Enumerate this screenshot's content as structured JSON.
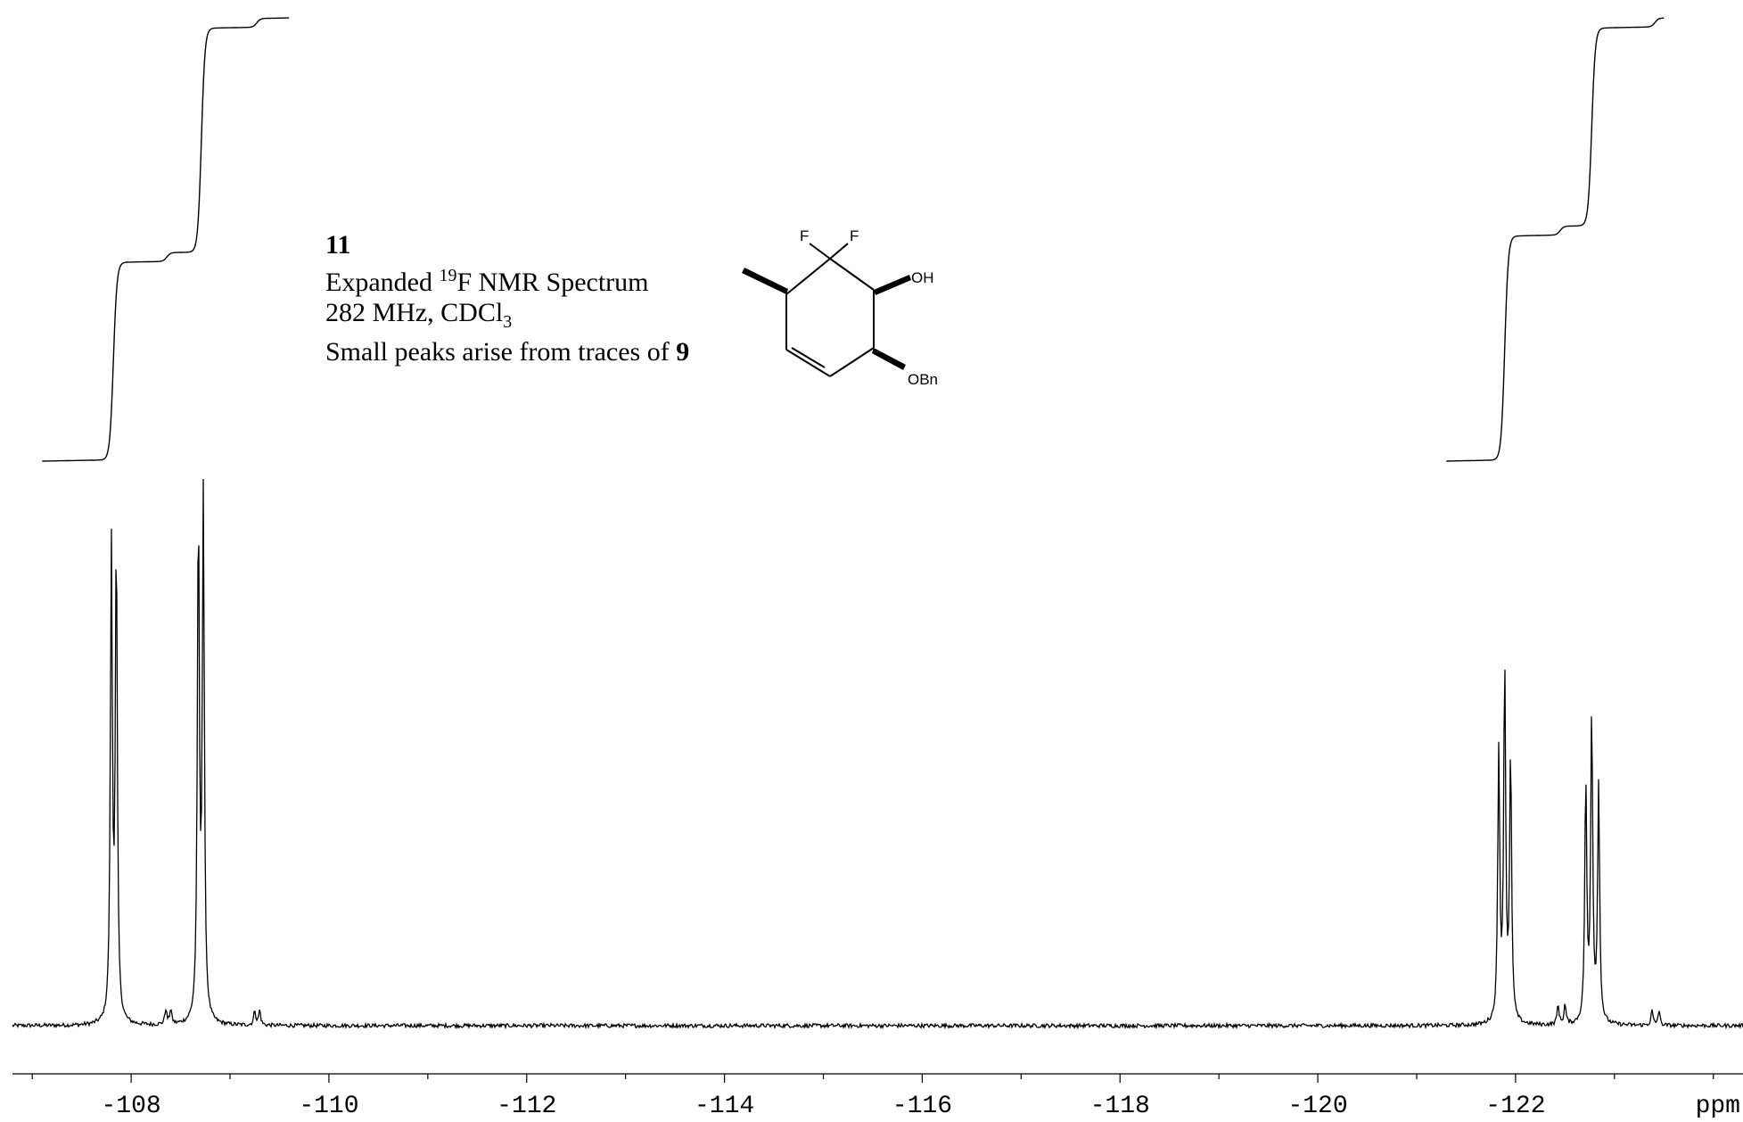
{
  "chart_data": {
    "type": "line",
    "title": "",
    "xlabel": "ppm",
    "ylabel": "",
    "xlim": [
      -106.8,
      -124.3
    ],
    "x_reversed": true,
    "xticks": [
      -108,
      -110,
      -112,
      -114,
      -116,
      -118,
      -120,
      -122
    ],
    "xtick_labels": [
      "-108",
      "-110",
      "-112",
      "-114",
      "-116",
      "-118",
      "-120",
      "-122"
    ],
    "minor_tick_step": 1,
    "grid": false,
    "legend": "none",
    "series": [
      {
        "kind": "spectrum",
        "baseline_noise": 0.004,
        "peaks": [
          {
            "ppm": -107.8,
            "intensity": 0.96
          },
          {
            "ppm": -107.85,
            "intensity": 0.97
          },
          {
            "ppm": -108.35,
            "intensity": 0.03
          },
          {
            "ppm": -108.4,
            "intensity": 0.03
          },
          {
            "ppm": -108.68,
            "intensity": 1.03
          },
          {
            "ppm": -108.73,
            "intensity": 1.06
          },
          {
            "ppm": -109.25,
            "intensity": 0.03
          },
          {
            "ppm": -109.3,
            "intensity": 0.03
          },
          {
            "ppm": -121.83,
            "intensity": 0.55
          },
          {
            "ppm": -121.89,
            "intensity": 0.72
          },
          {
            "ppm": -121.95,
            "intensity": 0.54
          },
          {
            "ppm": -122.43,
            "intensity": 0.04
          },
          {
            "ppm": -122.5,
            "intensity": 0.04
          },
          {
            "ppm": -122.71,
            "intensity": 0.49
          },
          {
            "ppm": -122.77,
            "intensity": 0.63
          },
          {
            "ppm": -122.84,
            "intensity": 0.48
          },
          {
            "ppm": -123.38,
            "intensity": 0.03
          },
          {
            "ppm": -123.45,
            "intensity": 0.03
          }
        ]
      },
      {
        "kind": "integral",
        "segments": [
          {
            "from": -107.1,
            "to": -109.6,
            "steps": [
              {
                "ppm": -107.82,
                "fraction": 0.45
              },
              {
                "ppm": -108.36,
                "fraction": 0.02
              },
              {
                "ppm": -108.71,
                "fraction": 0.51
              },
              {
                "ppm": -109.27,
                "fraction": 0.02
              }
            ]
          },
          {
            "from": -121.3,
            "to": -123.5,
            "steps": [
              {
                "ppm": -121.89,
                "fraction": 0.51
              },
              {
                "ppm": -122.45,
                "fraction": 0.02
              },
              {
                "ppm": -122.77,
                "fraction": 0.45
              },
              {
                "ppm": -123.41,
                "fraction": 0.02
              }
            ]
          }
        ]
      }
    ]
  },
  "caption": {
    "compound": "11",
    "line1_pre": "Expanded ",
    "line1_sup": "19",
    "line1_post": "F NMR Spectrum",
    "line2_pre": "282 MHz, CDCl",
    "line2_sub": "3",
    "line3_pre": "Small peaks arise from traces of ",
    "line3_bold": "9"
  },
  "molecule": {
    "f1": "F",
    "f2": "F",
    "oh": "OH",
    "obn": "OBn"
  },
  "colors": {
    "trace": "#000000",
    "background": "#ffffff"
  }
}
